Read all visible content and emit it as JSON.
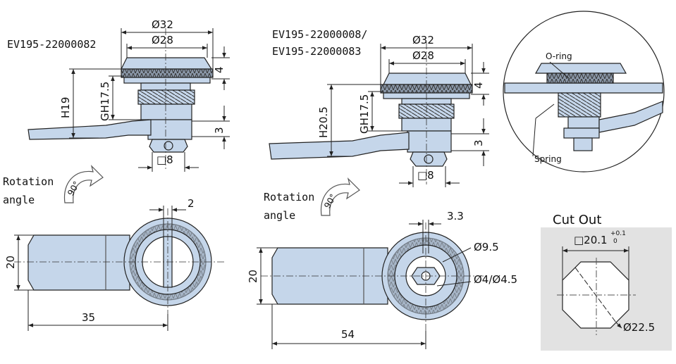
{
  "codes": {
    "left": "EV195-22000082",
    "right_line1": "EV195-22000008/",
    "right_line2": "EV195-22000083"
  },
  "rotation": {
    "left_line1": "Rotation",
    "left_line2": "angle",
    "right_line1": "Rotation",
    "right_line2": "angle",
    "angle": "90°"
  },
  "left_lock": {
    "dia_outer": "Ø32",
    "dia_inner": "Ø28",
    "height": "H19",
    "thread": "GH17.5",
    "flange": "4",
    "cam": "3",
    "square": "□8",
    "slot": "2",
    "width": "20",
    "length": "35"
  },
  "right_lock": {
    "dia_outer": "Ø32",
    "dia_inner": "Ø28",
    "height": "H20.5",
    "thread": "GH17.5",
    "flange": "4",
    "cam": "3",
    "square": "□8",
    "offset": "3.3",
    "dia_key": "Ø9.5",
    "dia_hole": "Ø4/Ø4.5",
    "width": "20",
    "length": "54"
  },
  "detail": {
    "oring": "O-ring",
    "spring": "Spring"
  },
  "cutout": {
    "title": "Cut Out",
    "square": "□20.1",
    "tol_upper": "+0.1",
    "tol_lower": "0",
    "diameter": "Ø22.5"
  },
  "colors": {
    "part_fill": "#c5d6ea",
    "line": "#222222",
    "cutout_bg": "#e2e2e2"
  }
}
